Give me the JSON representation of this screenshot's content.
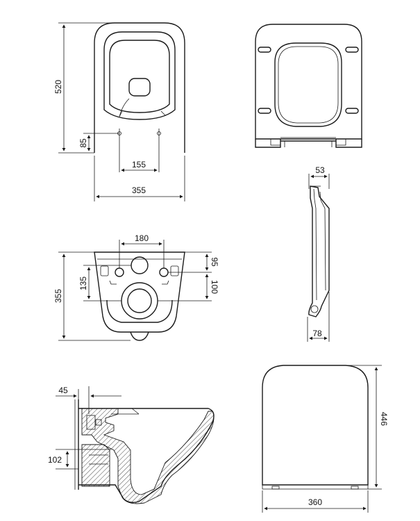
{
  "labels": {
    "front_height": "520",
    "front_hole_height": "85",
    "front_hole_spacing": "155",
    "front_width": "355",
    "seat_side_thickness": "53",
    "seat_side_depth": "78",
    "top_hole_spacing": "180",
    "top_left_depth": "355",
    "top_hole_offset": "135",
    "top_right_offset_a": "95",
    "top_right_offset_b": "100",
    "section_wall_offset": "45",
    "section_outlet_height": "102",
    "lid_height": "446",
    "lid_width": "360"
  }
}
